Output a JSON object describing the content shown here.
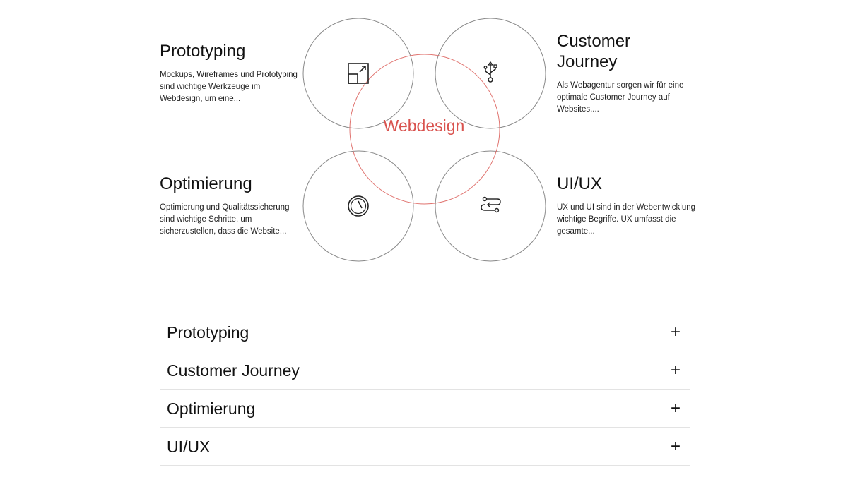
{
  "center": {
    "label": "Webdesign",
    "accent_color": "#d9534f"
  },
  "services": [
    {
      "title": "Prototyping",
      "text": "Mockups, Wireframes und Prototyping sind wichtige Werkzeuge im Webdesign, um eine...",
      "icon": "expand-icon"
    },
    {
      "title": "Customer Journey",
      "text": "Als Webagentur sorgen wir für eine optimale Customer Journey auf Websites....",
      "icon": "usb-icon"
    },
    {
      "title": "Optimierung",
      "text": "Optimierung und Qualitätssicherung sind wichtige Schritte, um sicherzustellen, dass die Website...",
      "icon": "gauge-icon"
    },
    {
      "title": "UI/UX",
      "text": "UX und UI sind in der Webentwicklung wichtige Begriffe. UX umfasst die gesamte...",
      "icon": "flow-icon"
    }
  ],
  "accordion": [
    {
      "label": "Prototyping",
      "toggle": "+"
    },
    {
      "label": "Customer Journey",
      "toggle": "+"
    },
    {
      "label": "Optimierung",
      "toggle": "+"
    },
    {
      "label": "UI/UX",
      "toggle": "+"
    }
  ]
}
